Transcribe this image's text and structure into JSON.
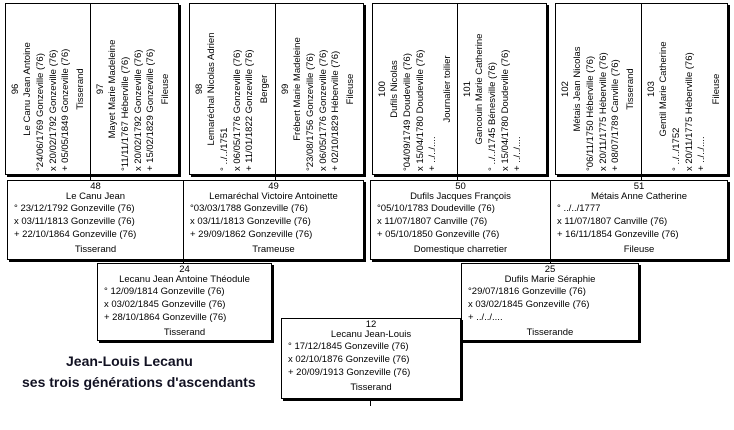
{
  "title": {
    "line1": "Jean-Louis Lecanu",
    "line2": "ses trois générations d'ascendants"
  },
  "persons": {
    "96": {
      "num": "96",
      "name": "Le Canu Jean Antoine",
      "birth": "°24/06/1769 Gonzeville (76)",
      "marriage": "x 20/02/1792 Gonzeville (76)",
      "death": "+ 05/05/1849 Gonzeville (76)",
      "occupation": "Tisserand"
    },
    "97": {
      "num": "97",
      "name": "Mayet Marie Madeleine",
      "birth": "°11/11/1767 Héberville (76)",
      "marriage": "x 20/02/1792 Gonzeville (76)",
      "death": "+ 15/02/1829 Gonzeville (76)",
      "occupation": "Fileuse"
    },
    "98": {
      "num": "98",
      "name": "Lemaréchal Nicolas Adrien",
      "birth": "° ../../1751",
      "marriage": "x 06/05/1776 Gonzeville (76)",
      "death": "+ 11/01/1822 Gonzeville (76)",
      "occupation": "Berger"
    },
    "99": {
      "num": "99",
      "name": "Frébert Marie Madeleine",
      "birth": "°23/08/1756 Gonzeville (76)",
      "marriage": "x 06/05/1776 Gonzeville (76)",
      "death": "+ 02/10/1829 Héberville (76)",
      "occupation": "Fileuse"
    },
    "100": {
      "num": "100",
      "name": "Dufils Nicolas",
      "birth": "°04/09/1749 Doudeville (76)",
      "marriage": "x 15/04/1780 Doudeville (76)",
      "death": "+ ../../....",
      "occupation": "Journalier toilier"
    },
    "101": {
      "num": "101",
      "name": "Gancouin Marie Catherine",
      "birth": "° ../../1745 Bénesville (76)",
      "marriage": "x 15/04/1780 Doudeville (76)",
      "death": "+ ../../...."
    },
    "102": {
      "num": "102",
      "name": "Métais Jean Nicolas",
      "birth": "°06/11/1750 Héberville (76)",
      "marriage": "x 20/11/1775 Héberville (76)",
      "death": "+ 08/07/1789 Canville (76)",
      "occupation": "Tisserand"
    },
    "103": {
      "num": "103",
      "name": "Gentil Marie Catherine",
      "birth": "° ../../1752",
      "marriage": "x 20/11/1775 Héberville (76)",
      "death": "+ ../../....",
      "occupation": "Fileuse"
    },
    "48": {
      "num": "48",
      "name": "Le Canu Jean",
      "birth": "° 23/12/1792 Gonzeville (76)",
      "marriage": "x 03/11/1813 Gonzeville (76)",
      "death": "+ 22/10/1864 Gonzeville (76)",
      "occupation": "Tisserand"
    },
    "49": {
      "num": "49",
      "name": "Lemaréchal Victoire Antoinette",
      "birth": "°03/03/1788 Gonzeville (76)",
      "marriage": "x 03/11/1813 Gonzeville (76)",
      "death": "+ 29/09/1862 Gonzeville (76)",
      "occupation": "Trameuse"
    },
    "50": {
      "num": "50",
      "name": "Dufils Jacques François",
      "birth": "°05/10/1783 Doudeville (76)",
      "marriage": "x 11/07/1807 Canville (76)",
      "death": "+ 05/10/1850 Gonzeville (76)",
      "occupation": "Domestique charretier"
    },
    "51": {
      "num": "51",
      "name": "Métais Anne Catherine",
      "birth": "° ../../1777",
      "marriage": "x 11/07/1807 Canville (76)",
      "death": "+ 16/11/1854 Gonzeville (76)",
      "occupation": "Fileuse"
    },
    "24": {
      "num": "24",
      "name": "Lecanu Jean Antoine Théodule",
      "birth": "° 12/09/1814 Gonzeville (76)",
      "marriage": "x 03/02/1845 Gonzeville (76)",
      "death": "+ 28/10/1864 Gonzeville (76)",
      "occupation": "Tisserand"
    },
    "25": {
      "num": "25",
      "name": "Dufils Marie Séraphie",
      "birth": "°29/07/1816 Gonzeville (76)",
      "marriage": "x 03/02/1845 Gonzeville (76)",
      "death": "+ ../../....",
      "occupation": "Tisserande"
    },
    "12": {
      "num": "12",
      "name": "Lecanu Jean-Louis",
      "birth": "° 17/12/1845 Gonzeville (76)",
      "marriage": "x 02/10/1876 Gonzeville (76)",
      "death": "+ 20/09/1913 Gonzeville (76)",
      "occupation": "Tisserand"
    }
  }
}
